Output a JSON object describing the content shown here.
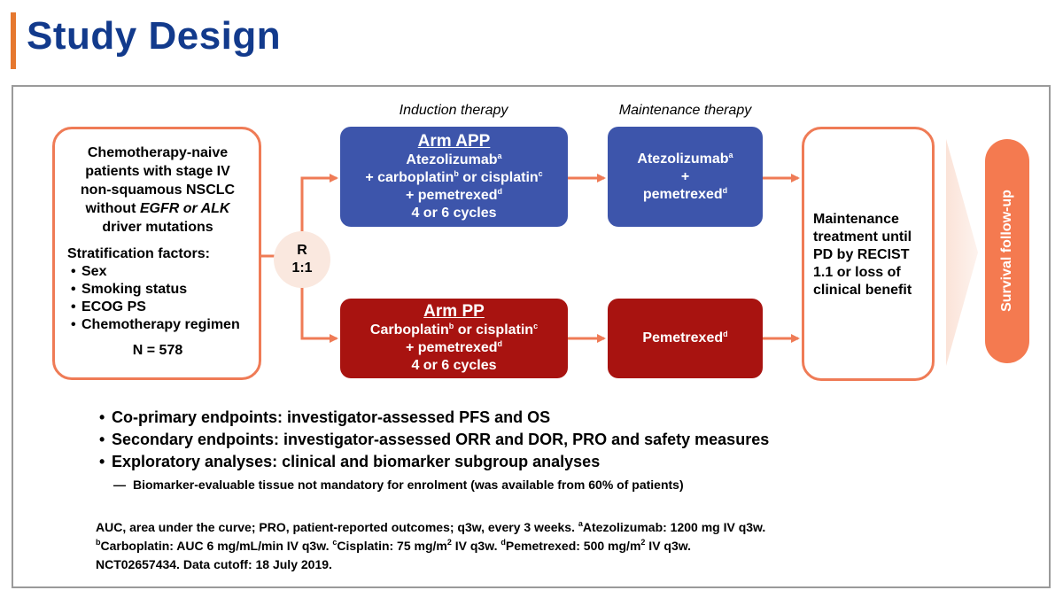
{
  "slide_title": "Study Design",
  "phases": {
    "induction": "Induction therapy",
    "maintenance": "Maintenance therapy"
  },
  "patients": {
    "line1": "Chemotherapy-naive",
    "line2": "patients with stage IV",
    "line3": "non-squamous NSCLC",
    "line4_pre": "without ",
    "line4_egfr": "EGFR or ALK",
    "line5": "driver mutations",
    "strat_title": "Stratification factors:",
    "strat_items": [
      "Sex",
      "Smoking status",
      "ECOG PS",
      "Chemotherapy regimen"
    ],
    "n": "N = 578"
  },
  "randomization": {
    "r": "R",
    "ratio": "1:1"
  },
  "arm_app": {
    "title": "Arm APP",
    "l1": "Atezolizumab",
    "l1_sup": "a",
    "l2_a": "+ carboplatin",
    "l2_sup_b": "b",
    "l2_b": " or cisplatin",
    "l2_sup_c": "c",
    "l3": "+ pemetrexed",
    "l3_sup": "d",
    "l4": "4 or 6 cycles"
  },
  "maint_app": {
    "l1": "Atezolizumab",
    "l1_sup": "a",
    "l2": "+",
    "l3": "pemetrexed",
    "l3_sup": "d"
  },
  "arm_pp": {
    "title": "Arm PP",
    "l1_a": "Carboplatin",
    "l1_sup_b": "b",
    "l1_b": " or cisplatin",
    "l1_sup_c": "c",
    "l2": "+ pemetrexed",
    "l2_sup": "d",
    "l3": "4 or 6 cycles"
  },
  "maint_pp": {
    "l1": "Pemetrexed",
    "l1_sup": "d"
  },
  "maint_until": [
    "Maintenance",
    "treatment until",
    "PD by RECIST",
    "1.1 or loss of",
    "clinical benefit"
  ],
  "survival": "Survival follow-up",
  "bullets": [
    "Co-primary endpoints: investigator-assessed PFS and OS",
    "Secondary endpoints: investigator-assessed ORR and DOR, PRO and safety measures",
    "Exploratory analyses: clinical and biomarker subgroup analyses"
  ],
  "sub_bullet": "Biomarker-evaluable tissue not mandatory for enrolment (was available from 60% of patients)",
  "footnote": {
    "l1": "AUC, area under the curve; PRO, patient-reported outcomes; q3w, every 3 weeks. ",
    "l1_sup": "a",
    "l1_b": "Atezolizumab: 1200 mg IV q3w.",
    "l2_sup_b": "b",
    "l2_a": "Carboplatin: AUC 6 mg/mL/min IV q3w. ",
    "l2_sup_c": "c",
    "l2_b": "Cisplatin: 75 mg/m",
    "l2_sup_2a": "2",
    "l2_c": " IV q3w.  ",
    "l2_sup_d": "d",
    "l2_d": "Pemetrexed: 500 mg/m",
    "l2_sup_2b": "2",
    "l2_e": " IV q3w.",
    "l3": "NCT02657434. Data cutoff: 18 July 2019."
  },
  "colors": {
    "title": "#123a8c",
    "accent_bar": "#e6782f",
    "orange_line": "#ef7b56",
    "arm_app": "#3d55ab",
    "arm_pp": "#a81310",
    "survival": "#f47a50",
    "rand_circle": "#fae8df"
  },
  "icons": [
    "arrow-right-icon",
    "chevron-arrow-icon"
  ]
}
